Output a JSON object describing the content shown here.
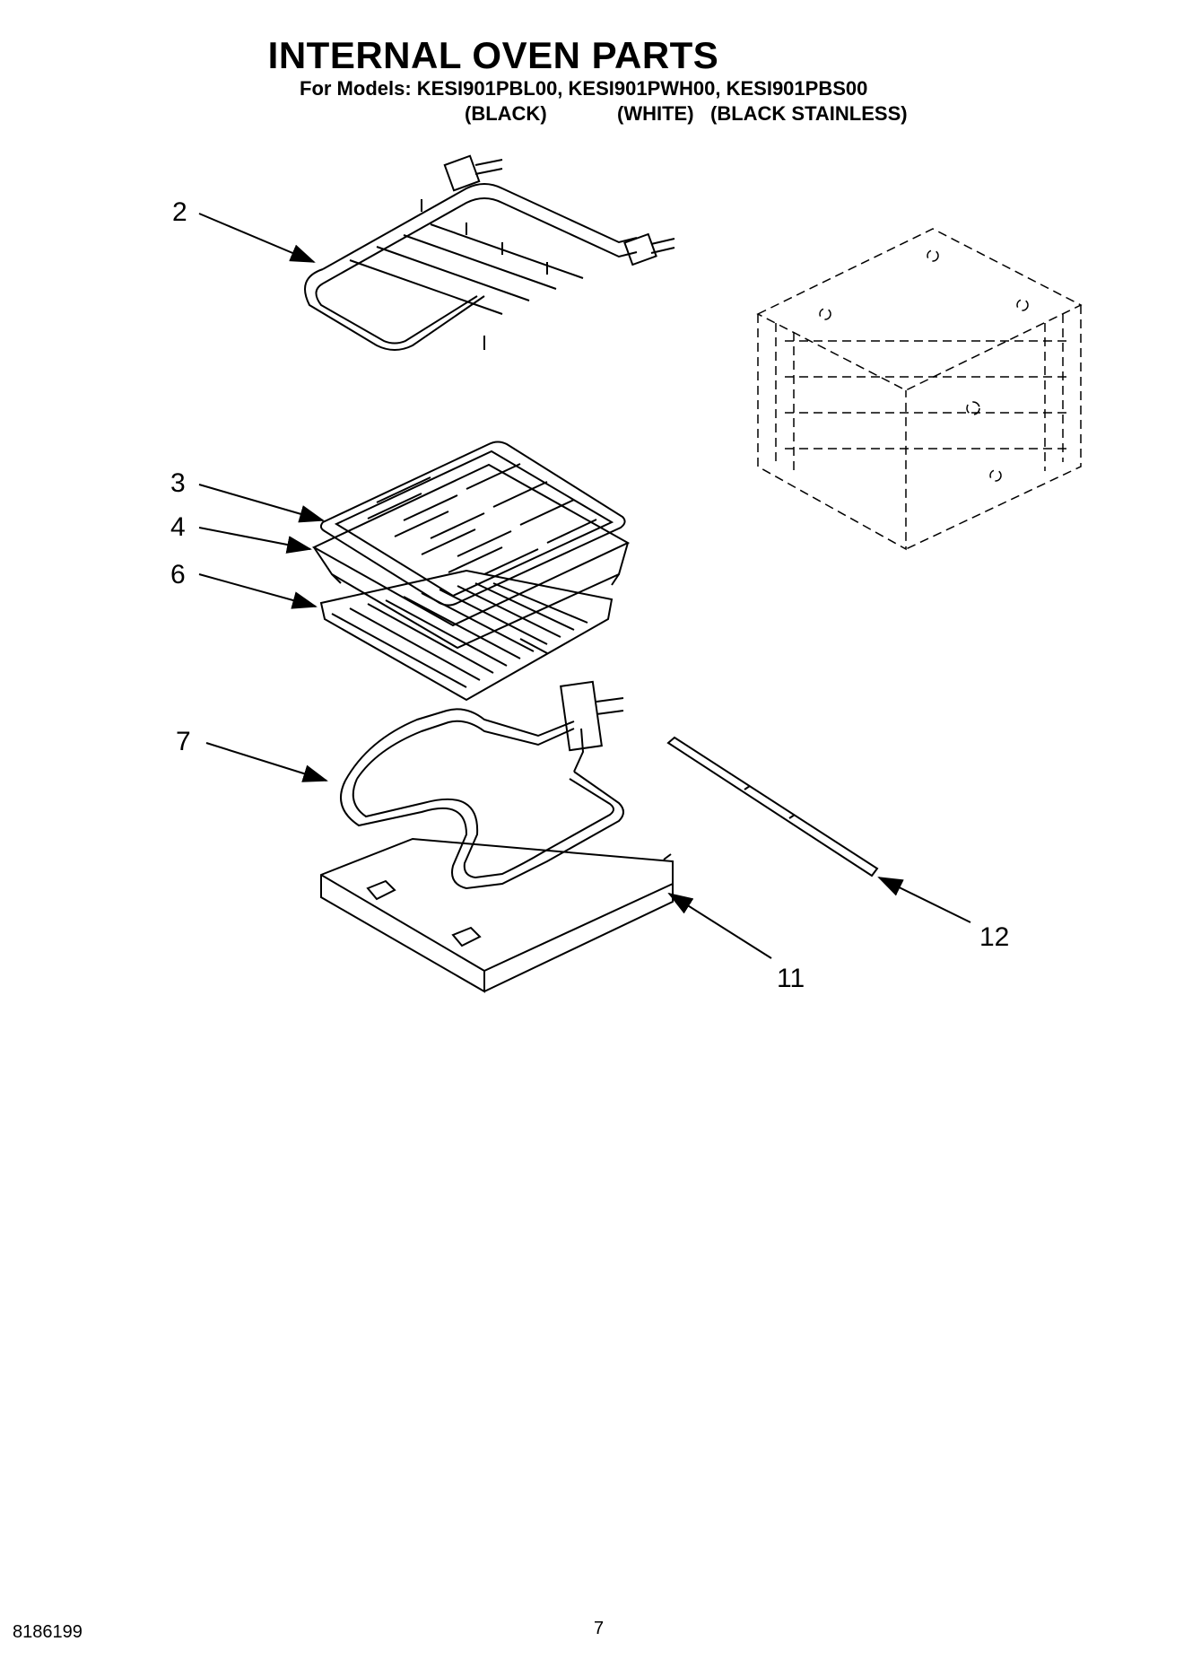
{
  "header": {
    "title": "INTERNAL OVEN PARTS",
    "models_line": "For Models: KESI901PBL00, KESI901PWH00, KESI901PBS00",
    "variants": [
      "(BLACK)",
      "(WHITE)",
      "(BLACK STAINLESS)"
    ]
  },
  "callouts": [
    "2",
    "3",
    "4",
    "6",
    "7",
    "11",
    "12"
  ],
  "parts_depicted": [
    "broil-element",
    "broiler-pan-grid",
    "broiler-pan",
    "oven-rack",
    "bake-element",
    "bake-element-cover",
    "side-rail",
    "oven-cavity-reference"
  ],
  "footer": {
    "doc_number": "8186199",
    "page_number": "7"
  }
}
